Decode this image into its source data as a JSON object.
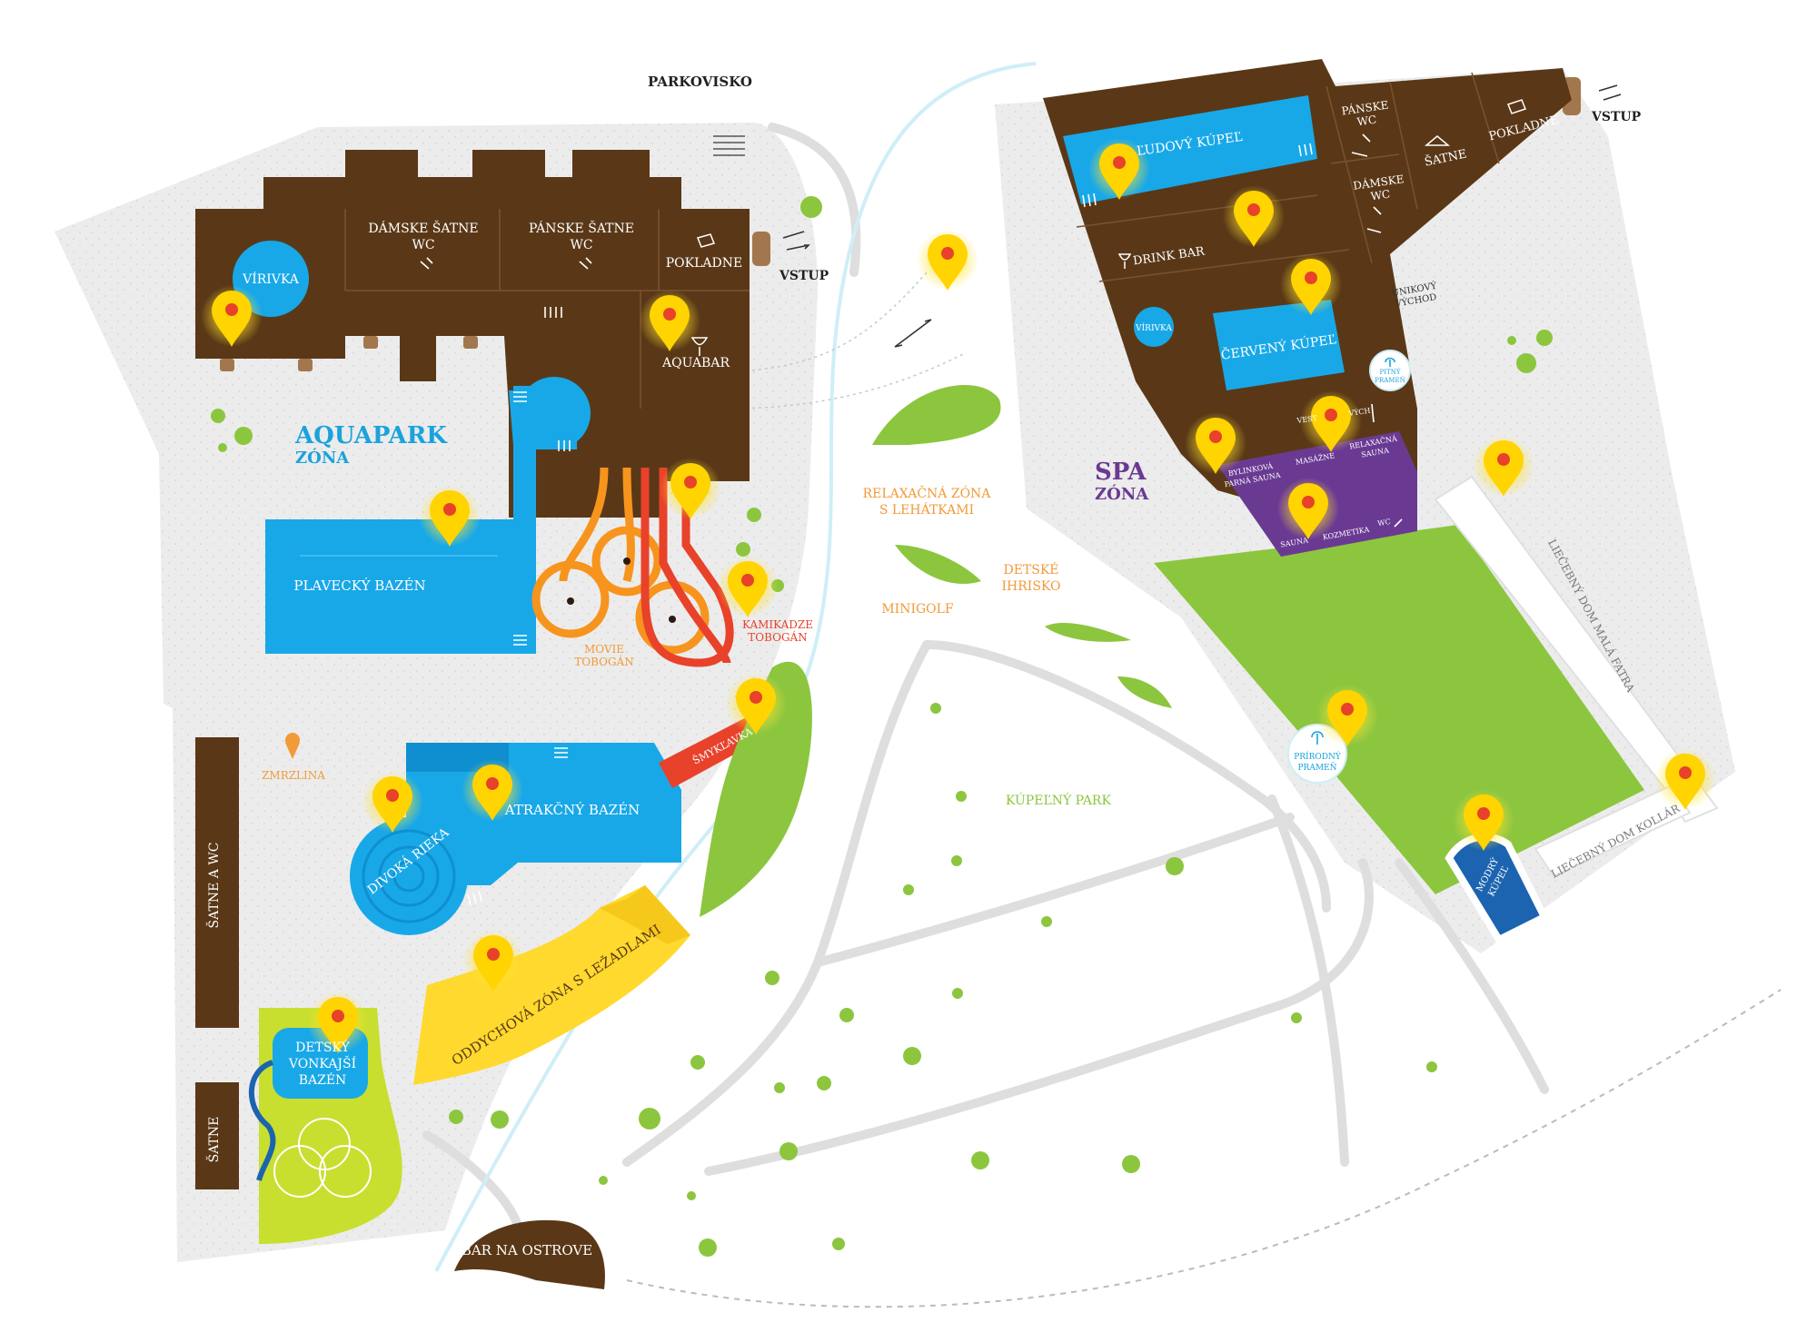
{
  "colors": {
    "building": "#5a3817",
    "water": "#18a8e8",
    "grass": "#8cc63f",
    "lime": "#c8df2f",
    "yellow": "#ffd92e",
    "spa": "#6a3a93",
    "ground": "#ececec",
    "marker": "#ffd400",
    "slide_orange": "#f7941d",
    "slide_red": "#e8422a",
    "aqua_title": "#1aa3dc",
    "spa_title": "#6a3a93",
    "orange_label": "#f29a38",
    "green_label": "#8cc63f"
  },
  "labels": {
    "parkovisko": "PARKOVISKO",
    "vstup_left": "VSTUP",
    "vstup_right": "VSTUP",
    "virivka": "VÍRIVKA",
    "damske_satne": "DÁMSKE ŠATNE",
    "damske_wc": "WC",
    "panske_satne": "PÁNSKE ŠATNE",
    "panske_wc": "WC",
    "pokladne_left": "POKLADNE",
    "aquabar": "AQUABAR",
    "aquapark_title": "AQUAPARK",
    "aquapark_zona": "ZÓNA",
    "plavecky_bazen": "PLAVECKÝ BAZÉN",
    "movie_tobogan_1": "MOVIE",
    "movie_tobogan_2": "TOBOGÁN",
    "kamikadze_1": "KAMIKADZE",
    "kamikadze_2": "TOBOGÁN",
    "smykľavka": "ŠMYKĽAVKA",
    "zmrzlina": "ZMRZLINA",
    "atrakcny_bazen": "ATRAKČNÝ BAZÉN",
    "divoka_rieka": "DIVOKÁ RIEKA",
    "satne_a_wc": "ŠATNE A WC",
    "satne": "ŠATNE",
    "detsky_bazen_1": "DETSKÝ",
    "detsky_bazen_2": "VONKAJŠÍ",
    "detsky_bazen_3": "BAZÉN",
    "oddychova_zona": "ODDYCHOVÁ ZÓNA S LEŽADLAMI",
    "bar_na_ostrove": "BAR NA OSTROVE",
    "relax_1": "RELAXAČNÁ ZÓNA",
    "relax_2": "S LEHÁTKAMI",
    "minigolf": "MINIGOLF",
    "detske_ihrisko_1": "DETSKÉ",
    "detske_ihrisko_2": "IHRISKO",
    "kupelny_park": "KÚPEĽNÝ PARK",
    "ludovy_kupel": "ĽUDOVÝ KÚPEĽ",
    "panske_wc_spa_1": "PÁNSKE",
    "panske_wc_spa_2": "WC",
    "damske_wc_spa_1": "DÁMSKE",
    "damske_wc_spa_2": "WC",
    "satne_spa": "ŠATNE",
    "pokladne_right": "POKLADNE",
    "drink_bar": "DRINK BAR",
    "unikovy_1": "ÚNIKOVÝ",
    "unikovy_2": "VÝCHOD",
    "virivka_spa": "VÍRIVKA",
    "cerveny_kupel": "ČERVENÝ KÚPEĽ",
    "pitny_1": "PITNÝ",
    "pitny_2": "PRAMEŇ",
    "spa_title": "SPA",
    "spa_zona": "ZÓNA",
    "vyhlasene_parna_1": "BYLINKOVÁ",
    "vyhlasene_parna_2": "PARNÁ SAUNA",
    "masazne": "MASÁŽNE",
    "relaxna_1": "RELAXAČNÁ",
    "relaxna_2": "SAUNA",
    "vest": "VEST",
    "vyc": "VÝCH",
    "kozmetika": "KOZMETIKA",
    "sauna": "SAUNA",
    "wc_spa": "WC",
    "prirodny_1": "PRÍRODNÝ",
    "prirodny_2": "PRAMEŇ",
    "modry_1": "MODRÝ",
    "modry_2": "KÚPEĽ",
    "mala_fatra": "LIEČEBNÝ DOM MALÁ FATRA",
    "kollar": "LIEČEBNÝ DOM KOLLÁR"
  }
}
